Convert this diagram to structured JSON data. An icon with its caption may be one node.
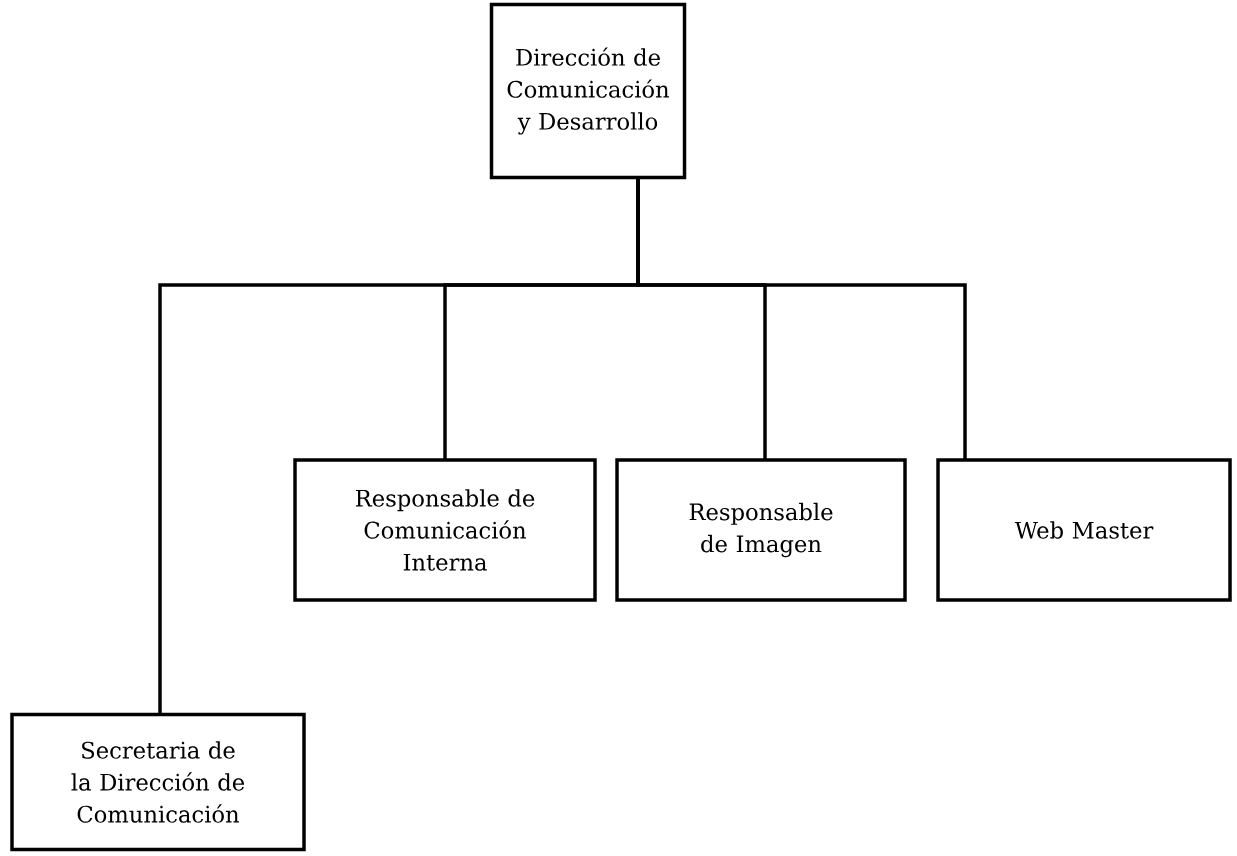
{
  "diagram": {
    "nodes": [
      {
        "text": [
          "Dirección de Comunicación y Desarrollo"
        ]
      },
      {
        "text": [
          "Responsable de Comunicación Interna"
        ]
      },
      {
        "text": [
          "Responsable de Imagen"
        ]
      },
      {
        "text": [
          "Web Master"
        ]
      },
      {
        "text": [
          "Secretaria de la Dirección de Comunicación"
        ]
      }
    ],
    "edges": [
      {
        "from": 0,
        "to": 4,
        "arrow": "none"
      },
      {
        "from": 0,
        "to": 1,
        "arrow": "none"
      },
      {
        "from": 0,
        "to": 2,
        "arrow": "none"
      },
      {
        "from": 0,
        "to": 3,
        "arrow": "none"
      }
    ]
  }
}
